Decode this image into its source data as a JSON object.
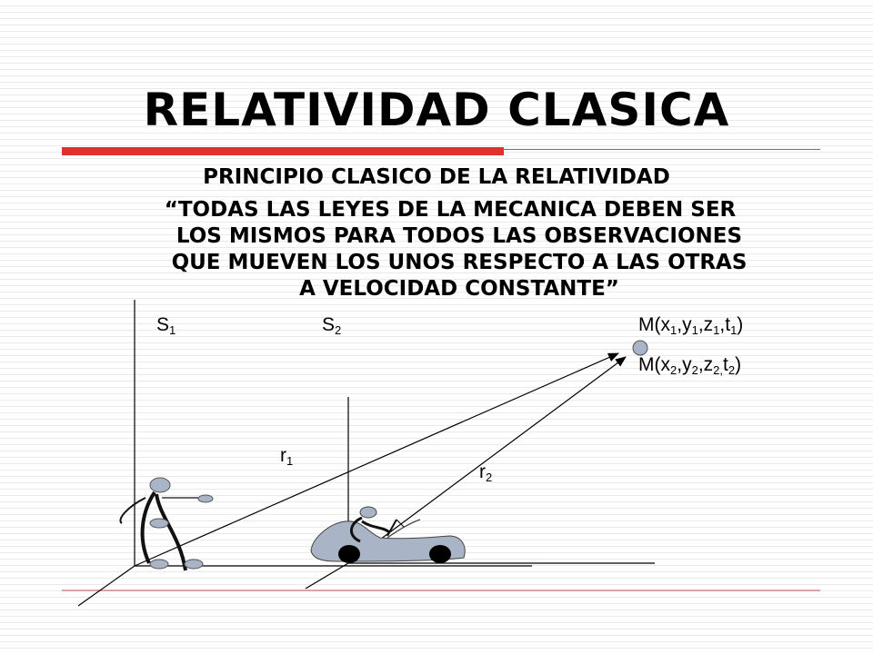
{
  "slide": {
    "title": "RELATIVIDAD CLASICA",
    "subtitle": "PRINCIPIO CLASICO DE LA RELATIVIDAD",
    "quote_lines": [
      "“TODAS LAS LEYES DE LA MECANICA DEBEN SER",
      "LOS MISMOS PARA TODOS LAS OBSERVACIONES",
      "QUE MUEVEN LOS UNOS RESPECTO A LAS OTRAS",
      "A VELOCIDAD CONSTANTE”"
    ]
  },
  "diagram": {
    "s1": {
      "main": "S",
      "sub": "1"
    },
    "s2": {
      "main": "S",
      "sub": "2"
    },
    "m1": {
      "a": "M(x",
      "s1": "1",
      "b": ",y",
      "s2": "1",
      "c": ",z",
      "s3": "1",
      "d": ",t",
      "s4": "1",
      "e": ")"
    },
    "m2": {
      "a": "M(x",
      "s1": "2",
      "b": ",y",
      "s2": "2",
      "c": ",z",
      "s3": "2,",
      "d": "t",
      "s4": "2",
      "e": ")"
    },
    "r1": {
      "main": "r",
      "sub": "1"
    },
    "r2": {
      "main": "r",
      "sub": "2"
    }
  },
  "colors": {
    "accent_red": "#e03030",
    "figure_gray": "#a9b4c6"
  }
}
